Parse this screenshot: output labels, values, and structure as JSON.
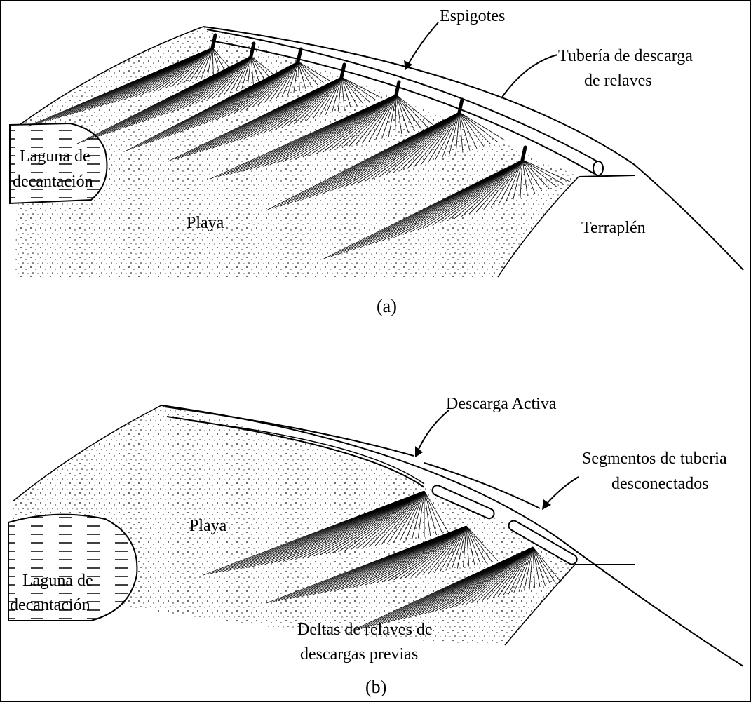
{
  "panel_a": {
    "caption": "(a)",
    "labels": {
      "spigots": "Espigotes",
      "pipe_line1": "Tubería de descarga",
      "pipe_line2": "de relaves",
      "pond_line1": "Laguna de",
      "pond_line2": "decantación",
      "beach": "Playa",
      "embankment": "Terraplén"
    }
  },
  "panel_b": {
    "caption": "(b)",
    "labels": {
      "active": "Descarga Activa",
      "segments_line1": "Segmentos de tuberia",
      "segments_line2": "desconectados",
      "beach": "Playa",
      "pond_line1": "Laguna de",
      "pond_line2": "decantación",
      "deltas_line1": "Deltas de relaves de",
      "deltas_line2": "descargas previas"
    }
  }
}
